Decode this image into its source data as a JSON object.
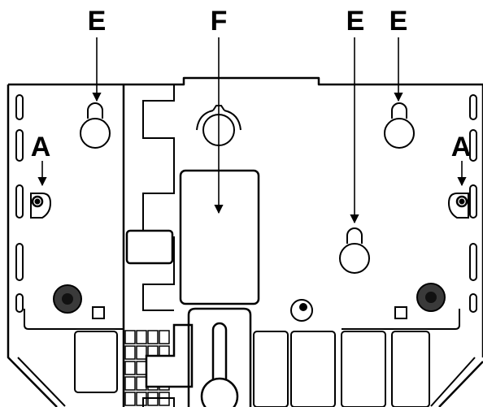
{
  "callouts": {
    "a_left": "A",
    "a_right": "A",
    "e_top_left": "E",
    "f_top": "F",
    "e_top_middle": "E",
    "e_top_right": "E"
  },
  "colors": {
    "line": "#000000",
    "background": "#ffffff",
    "foot_outer": "#3a3a3a",
    "foot_inner": "#111111"
  }
}
